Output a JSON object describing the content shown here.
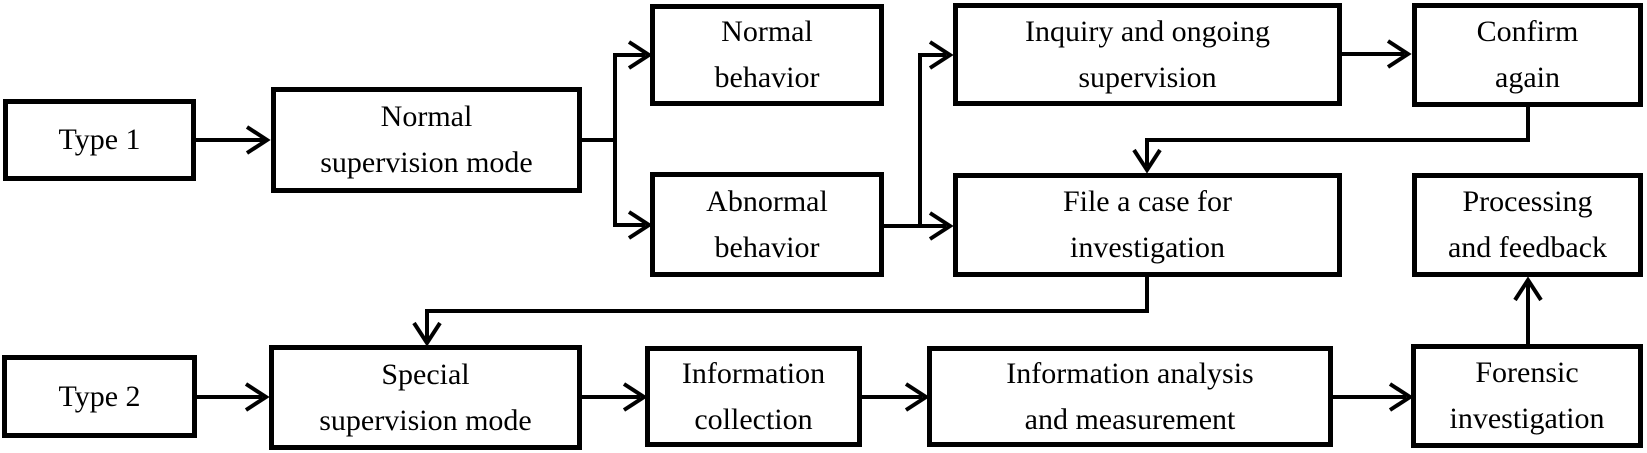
{
  "diagram": {
    "background_color": "#ffffff",
    "box_fill_color": "#ffffff",
    "box_border_color": "#000000",
    "arrow_color": "#000000",
    "text_color": "#000000",
    "nodes": [
      {
        "id": "type-1",
        "lines": [
          "Type 1"
        ]
      },
      {
        "id": "normal-supervision-mode",
        "lines": [
          "Normal",
          "supervision mode"
        ]
      },
      {
        "id": "normal-behavior",
        "lines": [
          "Normal",
          "behavior"
        ]
      },
      {
        "id": "abnormal-behavior",
        "lines": [
          "Abnormal",
          "behavior"
        ]
      },
      {
        "id": "inquiry-ongoing-supervision",
        "lines": [
          "Inquiry and ongoing",
          "supervision"
        ]
      },
      {
        "id": "confirm-again",
        "lines": [
          "Confirm",
          "again"
        ]
      },
      {
        "id": "file-case-investigation",
        "lines": [
          "File a case for",
          "investigation"
        ]
      },
      {
        "id": "processing-feedback",
        "lines": [
          "Processing",
          "and feedback"
        ]
      },
      {
        "id": "type-2",
        "lines": [
          "Type 2"
        ]
      },
      {
        "id": "special-supervision-mode",
        "lines": [
          "Special",
          "supervision mode"
        ]
      },
      {
        "id": "information-collection",
        "lines": [
          "Information",
          "collection"
        ]
      },
      {
        "id": "information-analysis-measurement",
        "lines": [
          "Information analysis",
          "and measurement"
        ]
      },
      {
        "id": "forensic-investigation",
        "lines": [
          "Forensic",
          "investigation"
        ]
      }
    ],
    "edges": [
      {
        "from": "type-1",
        "to": "normal-supervision-mode"
      },
      {
        "from": "normal-supervision-mode",
        "to": "normal-behavior"
      },
      {
        "from": "normal-supervision-mode",
        "to": "abnormal-behavior"
      },
      {
        "from": "abnormal-behavior",
        "to": "file-case-investigation"
      },
      {
        "from": "abnormal-behavior",
        "to": "inquiry-ongoing-supervision"
      },
      {
        "from": "inquiry-ongoing-supervision",
        "to": "confirm-again"
      },
      {
        "from": "confirm-again",
        "to": "file-case-investigation"
      },
      {
        "from": "file-case-investigation",
        "to": "special-supervision-mode"
      },
      {
        "from": "type-2",
        "to": "special-supervision-mode"
      },
      {
        "from": "special-supervision-mode",
        "to": "information-collection"
      },
      {
        "from": "information-collection",
        "to": "information-analysis-measurement"
      },
      {
        "from": "information-analysis-measurement",
        "to": "forensic-investigation"
      },
      {
        "from": "forensic-investigation",
        "to": "processing-feedback"
      }
    ]
  }
}
